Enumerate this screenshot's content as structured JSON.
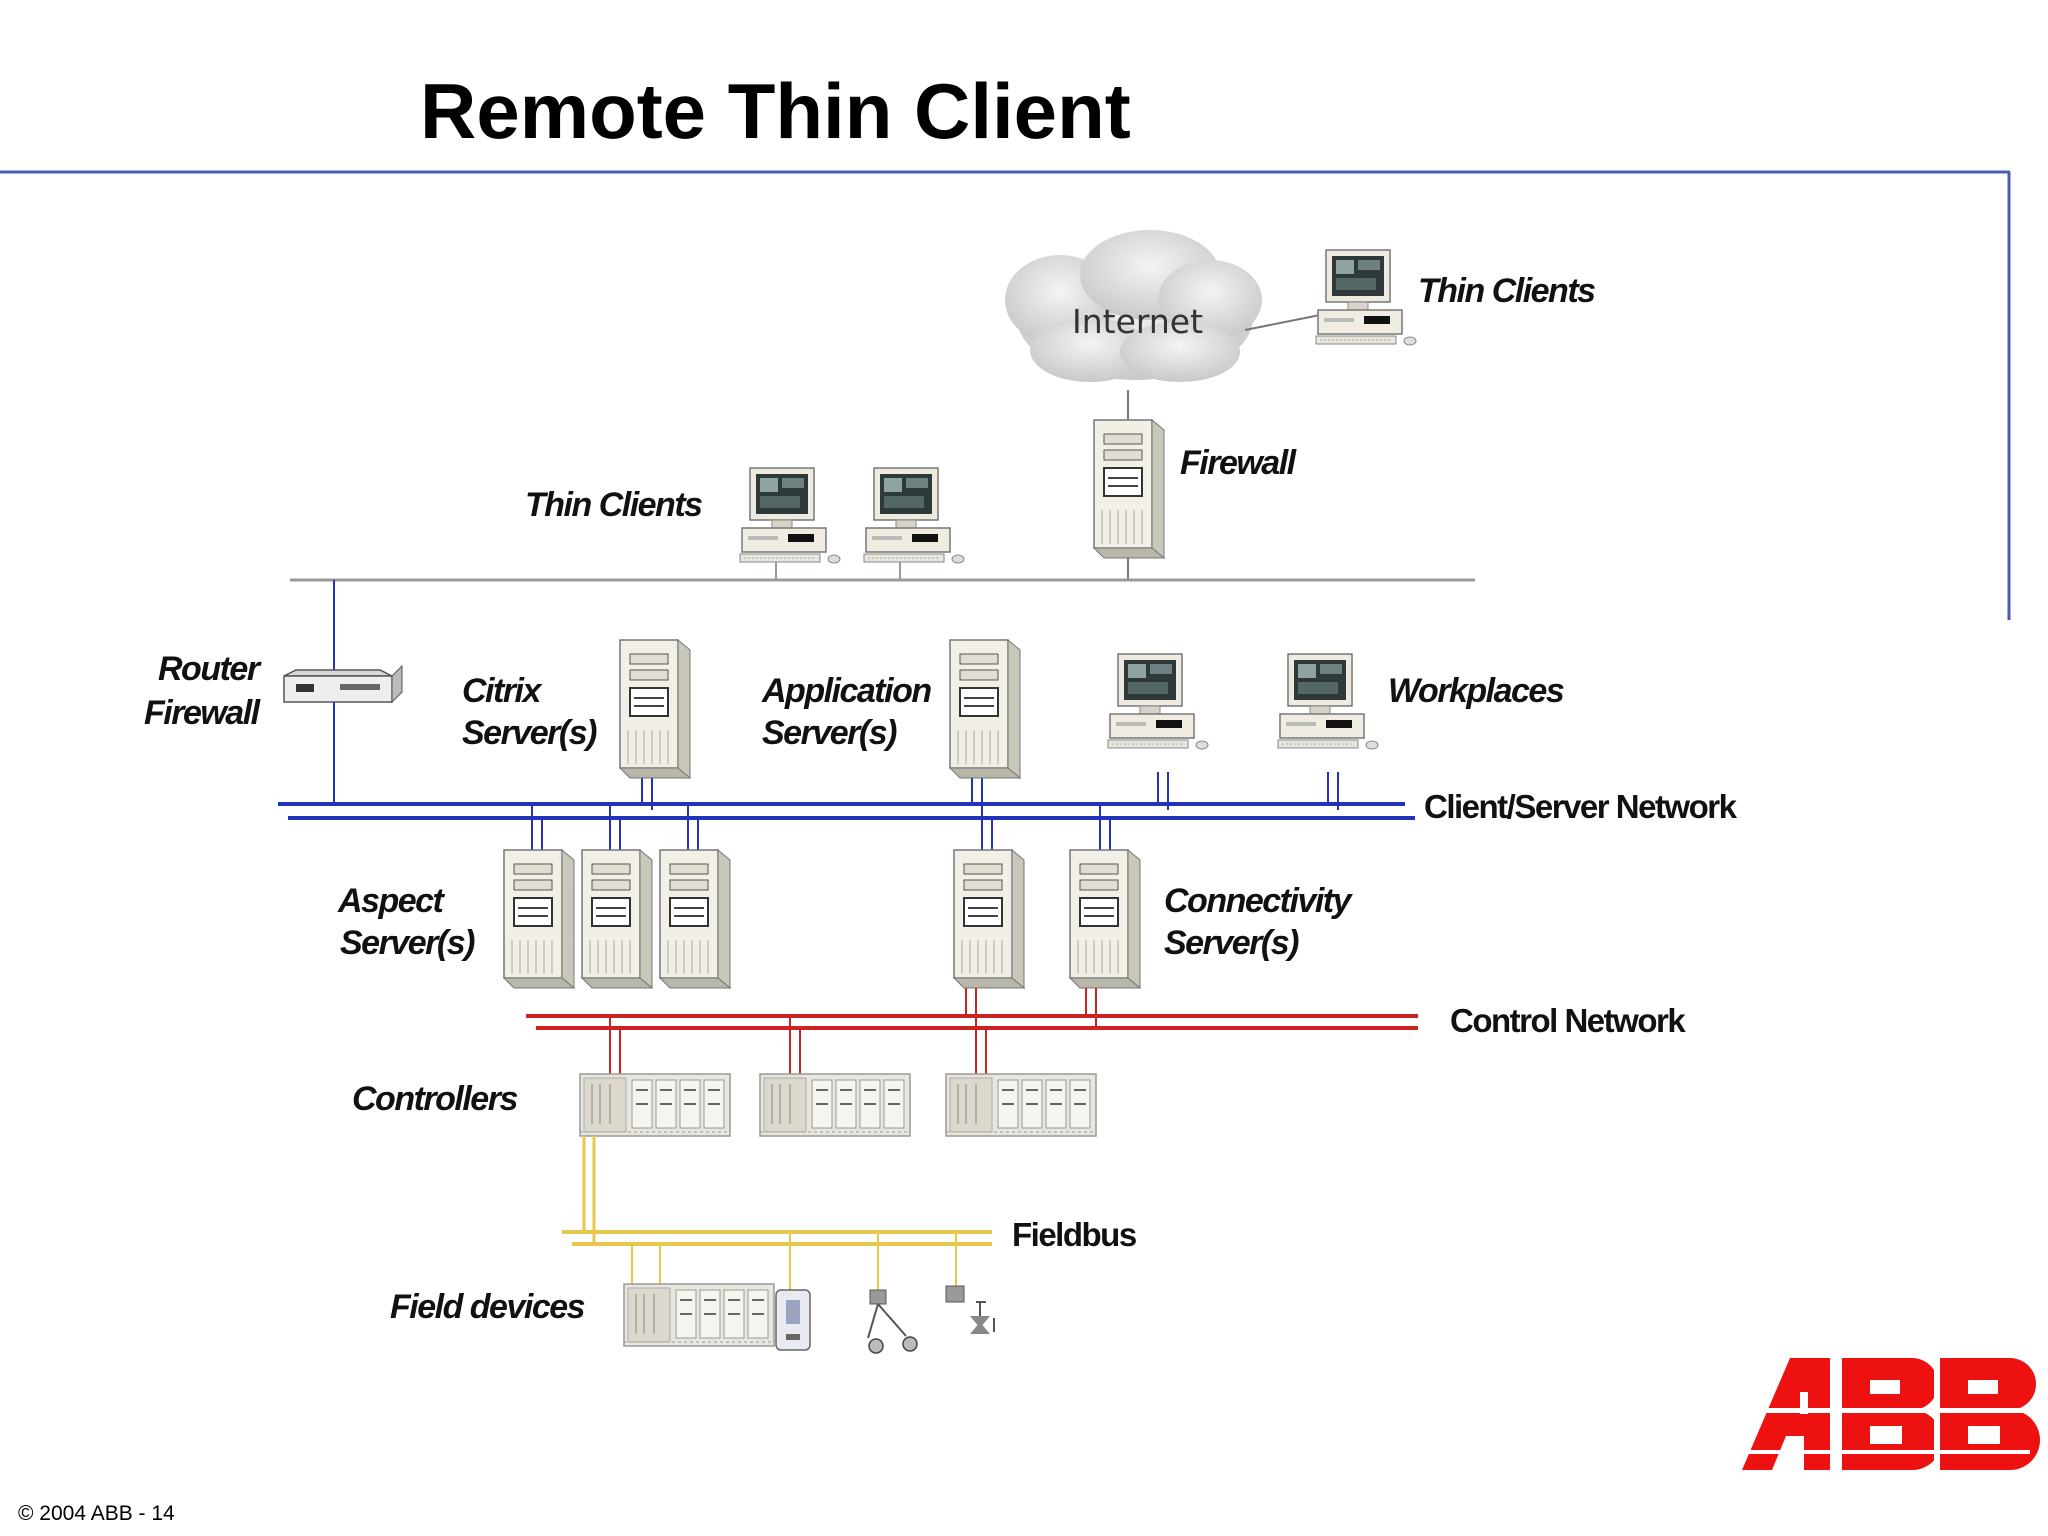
{
  "slide": {
    "title": "Remote Thin Client",
    "footer": "© 2004 ABB - 14",
    "logo_text": "ABB"
  },
  "colors": {
    "accent_frame": "#4a5cb3",
    "client_server_network": "#2233bb",
    "control_network": "#cc2222",
    "fieldbus": "#e8c84a",
    "office_network": "#999999",
    "logo_red": "#ee1111"
  },
  "diagram": {
    "cloud": {
      "label": "Internet"
    },
    "labels": {
      "thin_clients_remote": "Thin Clients",
      "firewall": "Firewall",
      "thin_clients_local": "Thin Clients",
      "router_firewall_1": "Router",
      "router_firewall_2": "Firewall",
      "citrix_1": "Citrix",
      "citrix_2": "Server(s)",
      "application_1": "Application",
      "application_2": "Server(s)",
      "workplaces": "Workplaces",
      "aspect_1": "Aspect",
      "aspect_2": "Server(s)",
      "connectivity_1": "Connectivity",
      "connectivity_2": "Server(s)",
      "controllers": "Controllers",
      "field_devices": "Field devices"
    },
    "networks": {
      "client_server": "Client/Server Network",
      "control": "Control  Network",
      "fieldbus": "Fieldbus"
    },
    "icons": [
      "cloud-icon",
      "computer-icon",
      "server-tower-icon",
      "router-icon",
      "controller-rack-icon",
      "field-transmitter-icon",
      "valve-icon",
      "abb-logo"
    ]
  }
}
